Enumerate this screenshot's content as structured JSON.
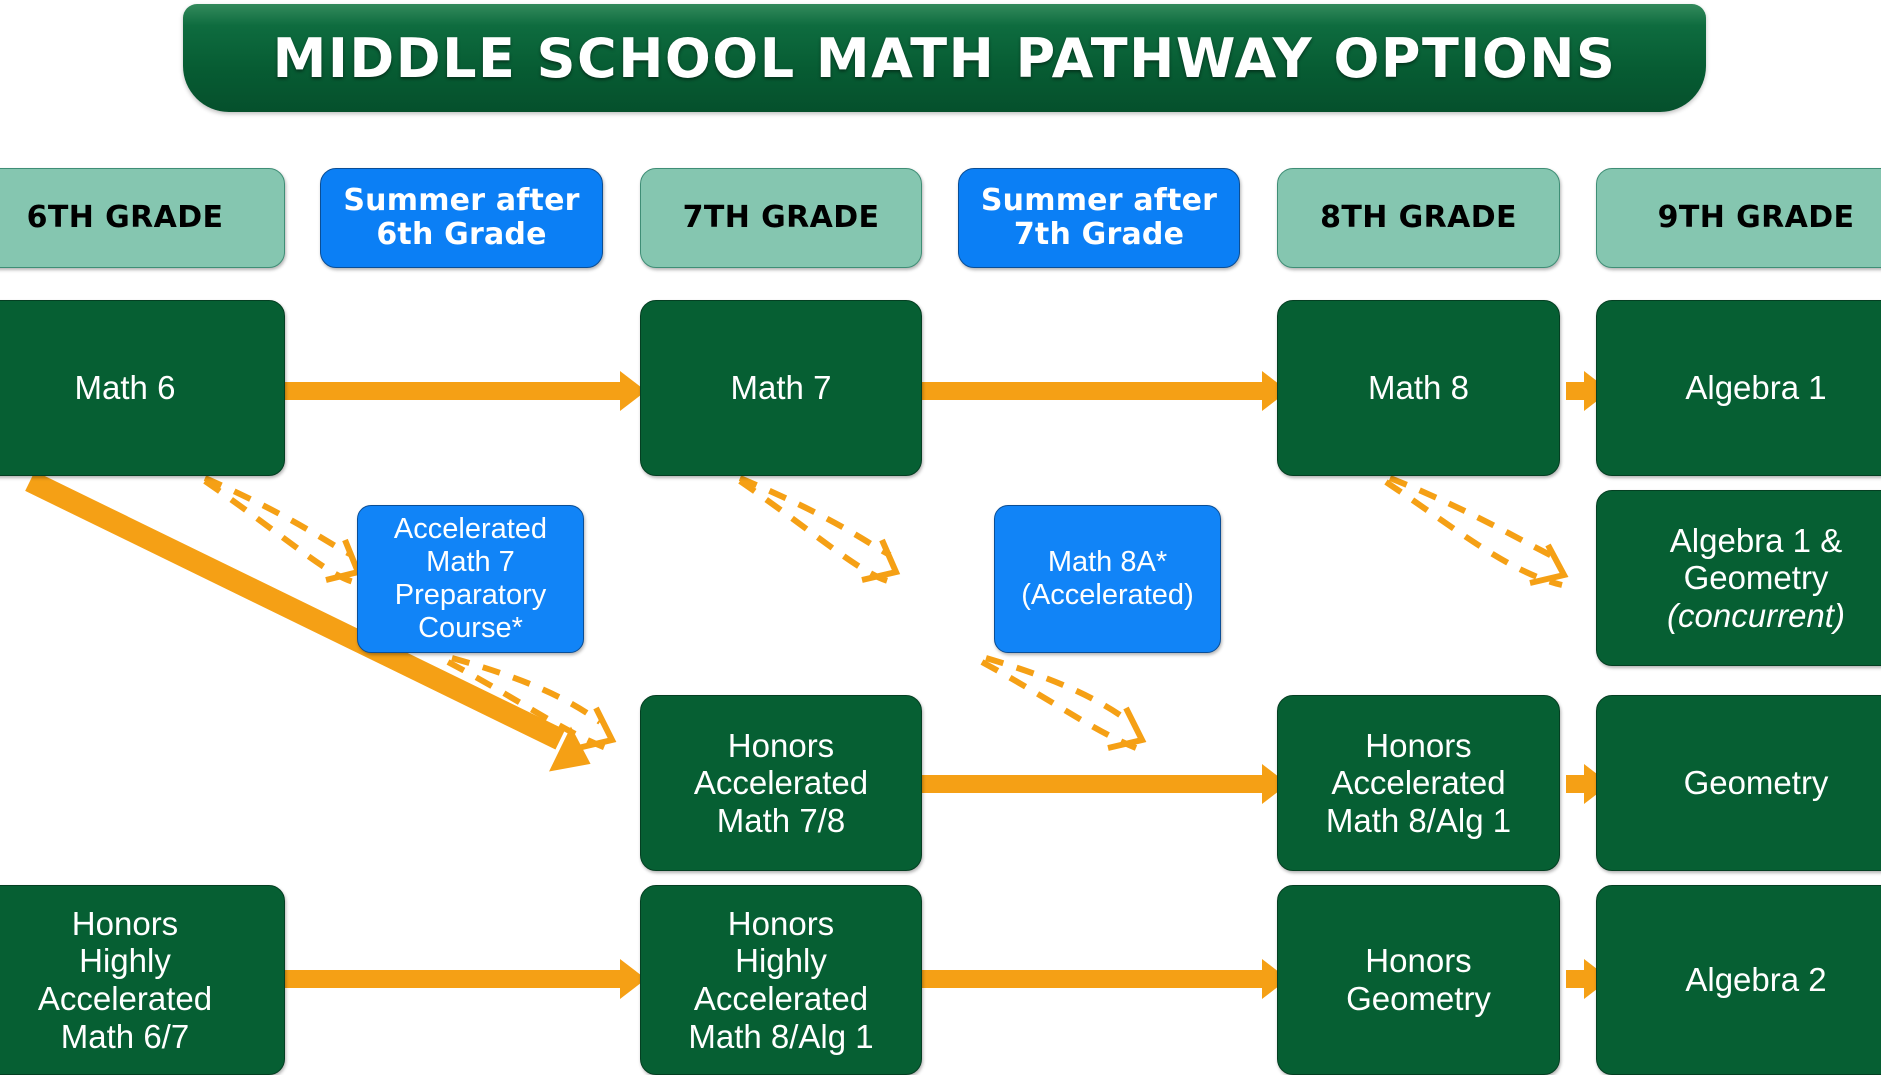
{
  "title": {
    "text": "MIDDLE SCHOOL MATH PATHWAY OPTIONS"
  },
  "colors": {
    "banner_green": "#065f33",
    "header_teal": "#85c6b0",
    "header_blue": "#0b7ff5",
    "course_green": "#065f33",
    "summer_blue": "#1184f7",
    "arrow_orange": "#f5a015",
    "text_white": "#ffffff",
    "text_black": "#000000"
  },
  "columns": [
    {
      "id": "grade6",
      "label": "6TH GRADE",
      "kind": "grade"
    },
    {
      "id": "summer6",
      "label": "Summer after\n6th Grade",
      "kind": "summer"
    },
    {
      "id": "grade7",
      "label": "7TH GRADE",
      "kind": "grade"
    },
    {
      "id": "summer7",
      "label": "Summer after\n7th Grade",
      "kind": "summer"
    },
    {
      "id": "grade8",
      "label": "8TH GRADE",
      "kind": "grade"
    },
    {
      "id": "grade9",
      "label": "9TH GRADE",
      "kind": "grade"
    }
  ],
  "headers": {
    "grade6": "6TH GRADE",
    "summer6": "Summer after 6th Grade",
    "grade7": "7TH GRADE",
    "summer7": "Summer after 7th Grade",
    "grade8": "8TH GRADE",
    "grade9": "9TH GRADE"
  },
  "nodes": {
    "math6": "Math 6",
    "math7": "Math 7",
    "math8": "Math 8",
    "algebra1": "Algebra 1",
    "accel_prep": "Accelerated Math 7 Preparatory Course*",
    "math8a": "Math 8A* (Accelerated)",
    "alg1_geom": "Algebra 1 & Geometry",
    "alg1_geom_note": "(concurrent)",
    "hon_accel78": "Honors Accelerated Math 7/8",
    "hon_accel8alg1": "Honors Accelerated Math 8/Alg 1",
    "geometry": "Geometry",
    "hon_hi_accel67": "Honors Highly Accelerated Math 6/7",
    "hon_hi_accel8alg1": "Honors Highly Accelerated Math 8/Alg 1",
    "hon_geometry": "Honors Geometry",
    "algebra2": "Algebra 2"
  },
  "node_lines": {
    "summer6": [
      "Summer after",
      "6th Grade"
    ],
    "summer7": [
      "Summer after",
      "7th Grade"
    ],
    "accel_prep": [
      "Accelerated",
      "Math 7",
      "Preparatory",
      "Course*"
    ],
    "math8a": [
      "Math 8A*",
      "(Accelerated)"
    ],
    "alg1_geom": [
      "Algebra 1 &",
      "Geometry"
    ],
    "hon_accel78": [
      "Honors",
      "Accelerated",
      "Math 7/8"
    ],
    "hon_accel8alg1": [
      "Honors",
      "Accelerated",
      "Math 8/Alg 1"
    ],
    "hon_hi_accel67": [
      "Honors",
      "Highly",
      "Accelerated",
      "Math 6/7"
    ],
    "hon_hi_accel8alg1": [
      "Honors",
      "Highly",
      "Accelerated",
      "Math 8/Alg 1"
    ],
    "hon_geometry": [
      "Honors",
      "Geometry"
    ]
  },
  "pathways": [
    {
      "name": "standard",
      "steps": [
        "Math 6",
        "Math 7",
        "Math 8",
        "Algebra 1"
      ]
    },
    {
      "name": "accelerated",
      "steps": [
        "Math 6",
        "Accelerated Math 7 Preparatory Course*",
        "Honors Accelerated Math 7/8",
        "Math 8A* (Accelerated)",
        "Honors Accelerated Math 8/Alg 1",
        "Geometry"
      ]
    },
    {
      "name": "concurrent",
      "steps": [
        "Math 8",
        "Algebra 1 & Geometry (concurrent)"
      ]
    },
    {
      "name": "highly-accelerated",
      "steps": [
        "Honors Highly Accelerated Math 6/7",
        "Honors Highly Accelerated Math 8/Alg 1",
        "Honors Geometry",
        "Algebra 2"
      ]
    }
  ]
}
